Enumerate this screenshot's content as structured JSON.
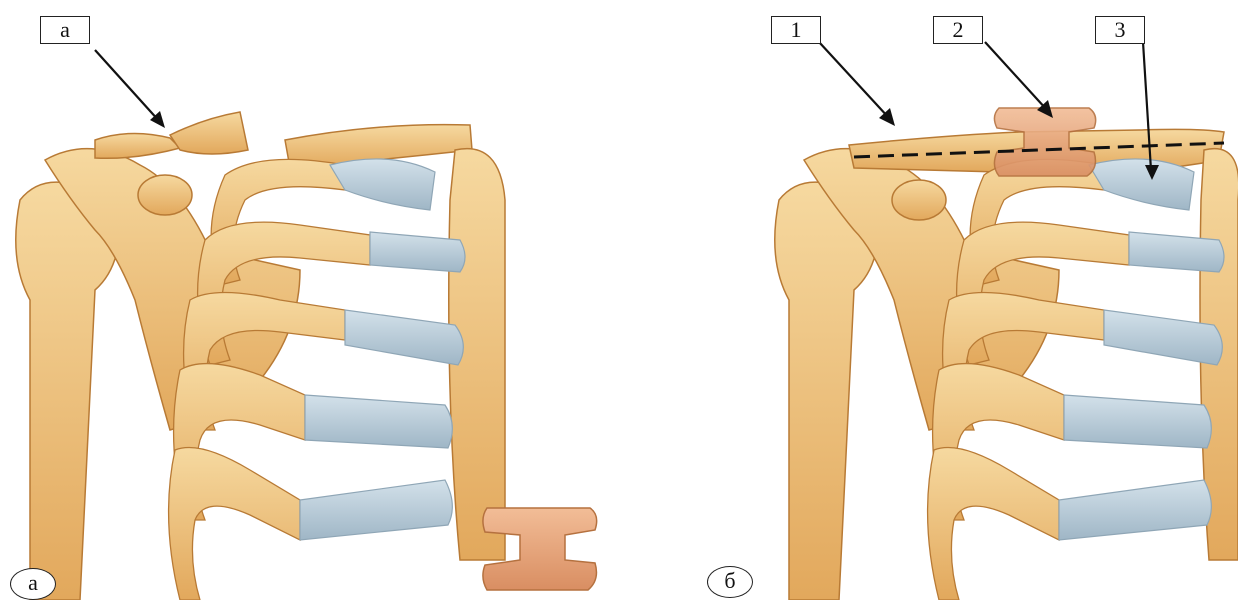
{
  "panel_a": {
    "callout": "а",
    "caption": "а"
  },
  "panel_b": {
    "callouts": [
      "1",
      "2",
      "3"
    ],
    "caption": "б"
  },
  "colors": {
    "bone": "#f0c27b",
    "bone_dark": "#c98b3f",
    "cartilage": "#b6c9d6",
    "implant": "#e7a77c",
    "outline": "#8a5a25",
    "line": "#111111"
  }
}
